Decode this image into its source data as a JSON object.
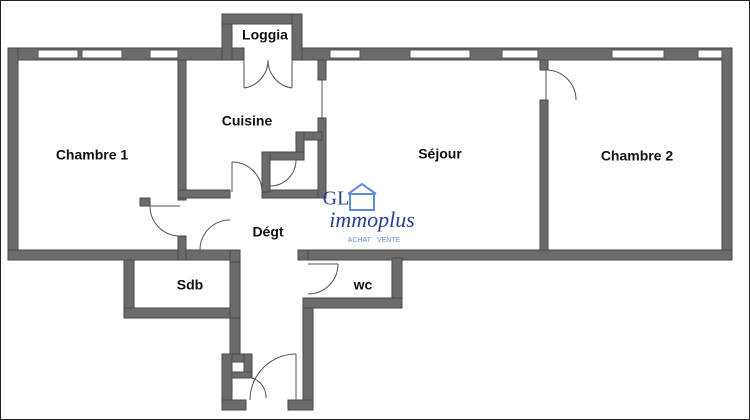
{
  "plan": {
    "rooms": {
      "chambre1": "Chambre 1",
      "cuisine": "Cuisine",
      "loggia": "Loggia",
      "sejour": "Séjour",
      "chambre2": "Chambre 2",
      "degt": "Dégt",
      "sdb": "Sdb",
      "wc": "wc"
    },
    "logo": {
      "initials": "GL",
      "brand": "immoplus",
      "tagline": "ACHAT · VENTE",
      "color": "#2a3f9a",
      "accent": "#5f8fd6"
    },
    "colors": {
      "wall": "#6b6b6b",
      "background": "#ffffff"
    }
  }
}
